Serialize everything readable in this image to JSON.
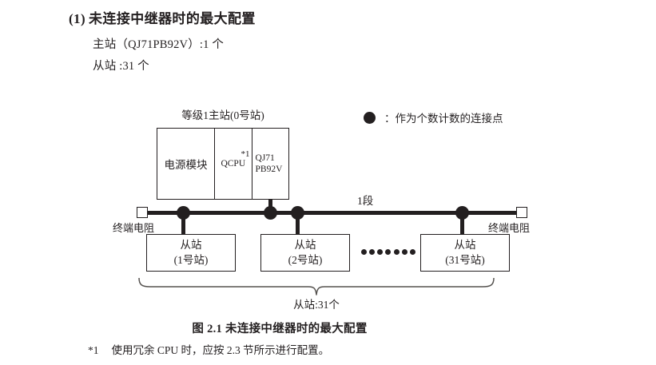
{
  "heading": {
    "number": "(1)",
    "text": "未连接中继器时的最大配置"
  },
  "spec": {
    "master": "主站（QJ71PB92V）:1 个",
    "slave": "从站 :31 个"
  },
  "legend": {
    "icon": "filled-circle-icon",
    "text": "：作为个数计数的连接点"
  },
  "diagram": {
    "master_label": "等级1主站(0号站)",
    "module": {
      "power": "电源模块",
      "cpu": "QCPU",
      "cpu_footnote_mark": "*1",
      "net_line1": "QJ71",
      "net_line2": "PB92V"
    },
    "segment_label": "1段",
    "terminator_left": "终端电阻",
    "terminator_right": "终端电阻",
    "slaves": [
      {
        "title": "从站",
        "station": "(1号站)"
      },
      {
        "title": "从站",
        "station": "(2号站)"
      },
      {
        "title": "从站",
        "station": "(31号站)"
      }
    ],
    "ellipsis_count": 7,
    "brace_label": "从站:31个"
  },
  "caption": "图 2.1  未连接中继器时的最大配置",
  "footnote": {
    "mark": "*1",
    "text": "使用冗余 CPU 时，应按 2.3 节所示进行配置。"
  },
  "colors": {
    "ink": "#231f20",
    "background": "#ffffff"
  }
}
